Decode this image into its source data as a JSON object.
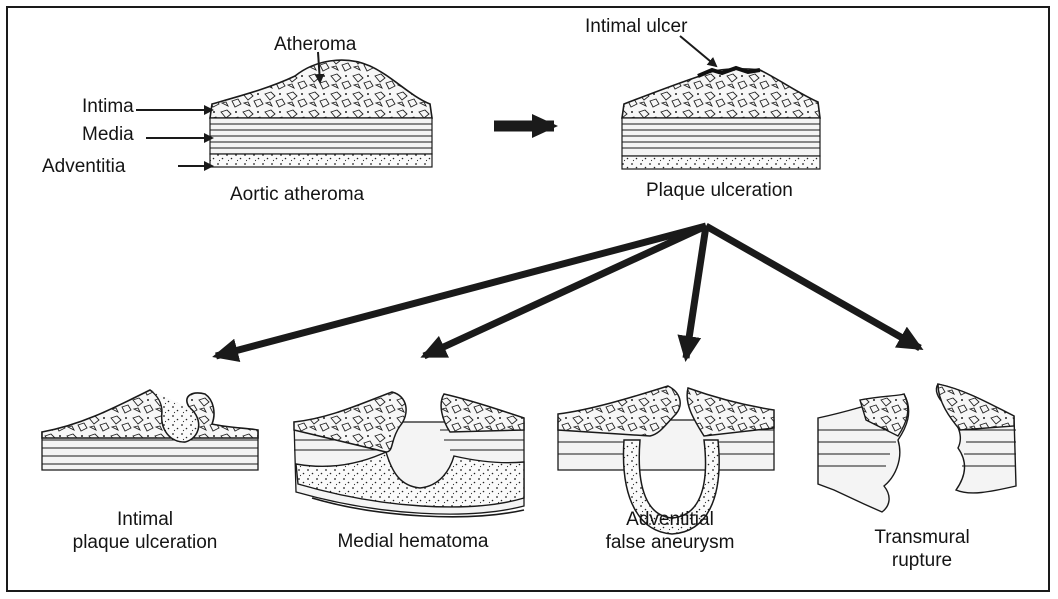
{
  "top_left": {
    "caption": "Aortic atheroma",
    "labels": {
      "atheroma": "Atheroma",
      "intima": "Intima",
      "media": "Media",
      "adventitia": "Adventitia"
    }
  },
  "top_right": {
    "caption": "Plaque ulceration",
    "label": "Intimal ulcer"
  },
  "outcomes": [
    {
      "label": "Intimal\nplaque ulceration"
    },
    {
      "label": "Medial hematoma"
    },
    {
      "label": "Adventitial\nfalse aneurysm"
    },
    {
      "label": "Transmural rupture"
    }
  ],
  "colors": {
    "ink": "#1a1a1a",
    "layer_fill": "#f4f4f4",
    "hematoma_fill": "#ebe6e0",
    "paper": "#ffffff"
  }
}
